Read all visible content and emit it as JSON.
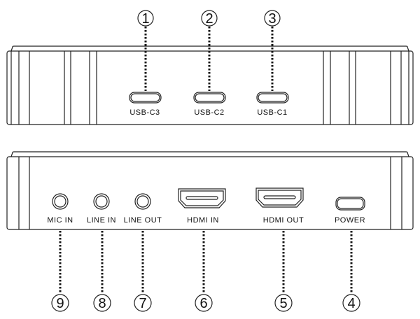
{
  "top_panel": {
    "ports": [
      {
        "number": "1",
        "label": "USB-C3"
      },
      {
        "number": "2",
        "label": "USB-C2"
      },
      {
        "number": "3",
        "label": "USB-C1"
      }
    ]
  },
  "bottom_panel": {
    "ports": [
      {
        "number": "9",
        "label": "MIC  IN"
      },
      {
        "number": "8",
        "label": "LINE  IN"
      },
      {
        "number": "7",
        "label": "LINE  OUT"
      },
      {
        "number": "6",
        "label": "HDMI  IN"
      },
      {
        "number": "5",
        "label": "HDMI OUT"
      },
      {
        "number": "4",
        "label": "POWER"
      }
    ]
  }
}
